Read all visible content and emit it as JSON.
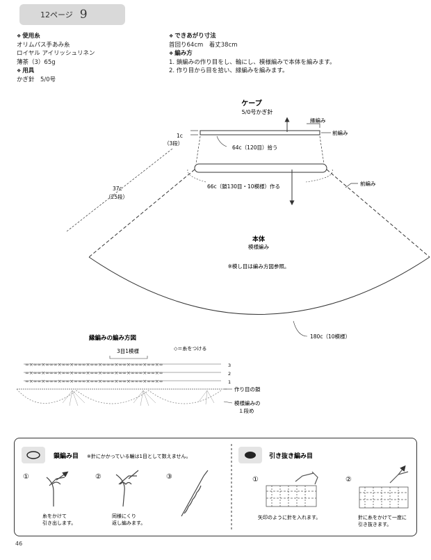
{
  "header": {
    "page_ref": "12ページ",
    "number": "9"
  },
  "materials": {
    "yarn_heading": "使用糸",
    "yarn_lines": [
      "オリムパス手あみ糸",
      "ロイヤル アイリッシュリネン",
      "薄茶（3）65g"
    ],
    "tool_heading": "用具",
    "tool_lines": [
      "かぎ針　5/0号"
    ]
  },
  "finished": {
    "heading": "できあがり寸法",
    "lines": [
      "首回り64cm　着丈38cm"
    ]
  },
  "method": {
    "heading": "編み方",
    "lines": [
      "1. 鎖編みの作り目をし、輪にし、模様編みで本体を編みます。",
      "2. 作り目から目を拾い、縁編みを編みます。"
    ]
  },
  "diagram": {
    "title": "ケープ",
    "subtitle": "5/0号かぎ針",
    "label_edging": "縁編み",
    "label_dc_top": "前編み",
    "label_dc_right": "前編み",
    "label_1c": "1c",
    "label_1c_rows": "（3段）",
    "label_64c": "64c（120目）拾う",
    "label_66c": "66c（鎖130目・10模様）作る",
    "label_37c": "37c",
    "label_37c_rows": "（25段）",
    "body_title": "本体",
    "body_sub": "模様編み",
    "body_note": "※模し目は編み方図参照。",
    "label_180c": "180c（10模様）"
  },
  "edging_chart": {
    "title": "縁編みの編み方図",
    "repeat_label": "3目1模様",
    "yarn_note": "◇＝糸をつける",
    "row_numbers": [
      "3",
      "2",
      "1"
    ],
    "label_foundation": "作り目の鎖",
    "label_pattern_1": "模様編みの",
    "label_pattern_2": "１段め"
  },
  "stitch_guide": {
    "chain": {
      "title": "鎖編み目",
      "note": "※針にかかっている輪は1目として数えません。",
      "step_numbers": [
        "①",
        "②",
        "③"
      ],
      "cap1_a": "糸をかけて",
      "cap1_b": "引き出します。",
      "cap2_a": "同様にくり",
      "cap2_b": "返し編みます。"
    },
    "slip": {
      "title": "引き抜き編み目",
      "step_numbers": [
        "①",
        "②"
      ],
      "cap1": "矢印のように針を入れます。",
      "cap2_a": "針に糸をかけて一度に",
      "cap2_b": "引き抜きます。"
    }
  },
  "page_number": "46"
}
